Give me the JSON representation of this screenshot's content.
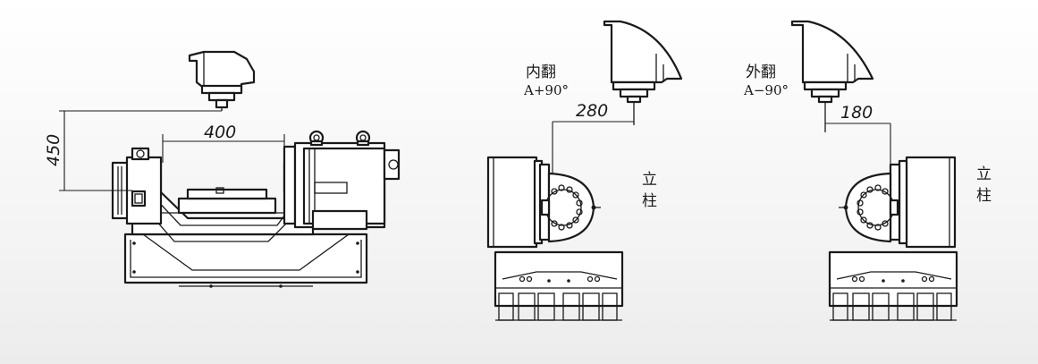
{
  "dimensions": {
    "height_left": "450",
    "width_left": "400",
    "offset_inner": "280",
    "offset_outer": "180"
  },
  "labels": {
    "inner_flip": "内翻",
    "inner_angle": "A+90°",
    "outer_flip": "外翻",
    "outer_angle": "A−90°",
    "column_inner": "立柱",
    "column_outer": "立柱"
  },
  "colors": {
    "line": "#1a1a1a",
    "background": "#f3f3f3"
  }
}
